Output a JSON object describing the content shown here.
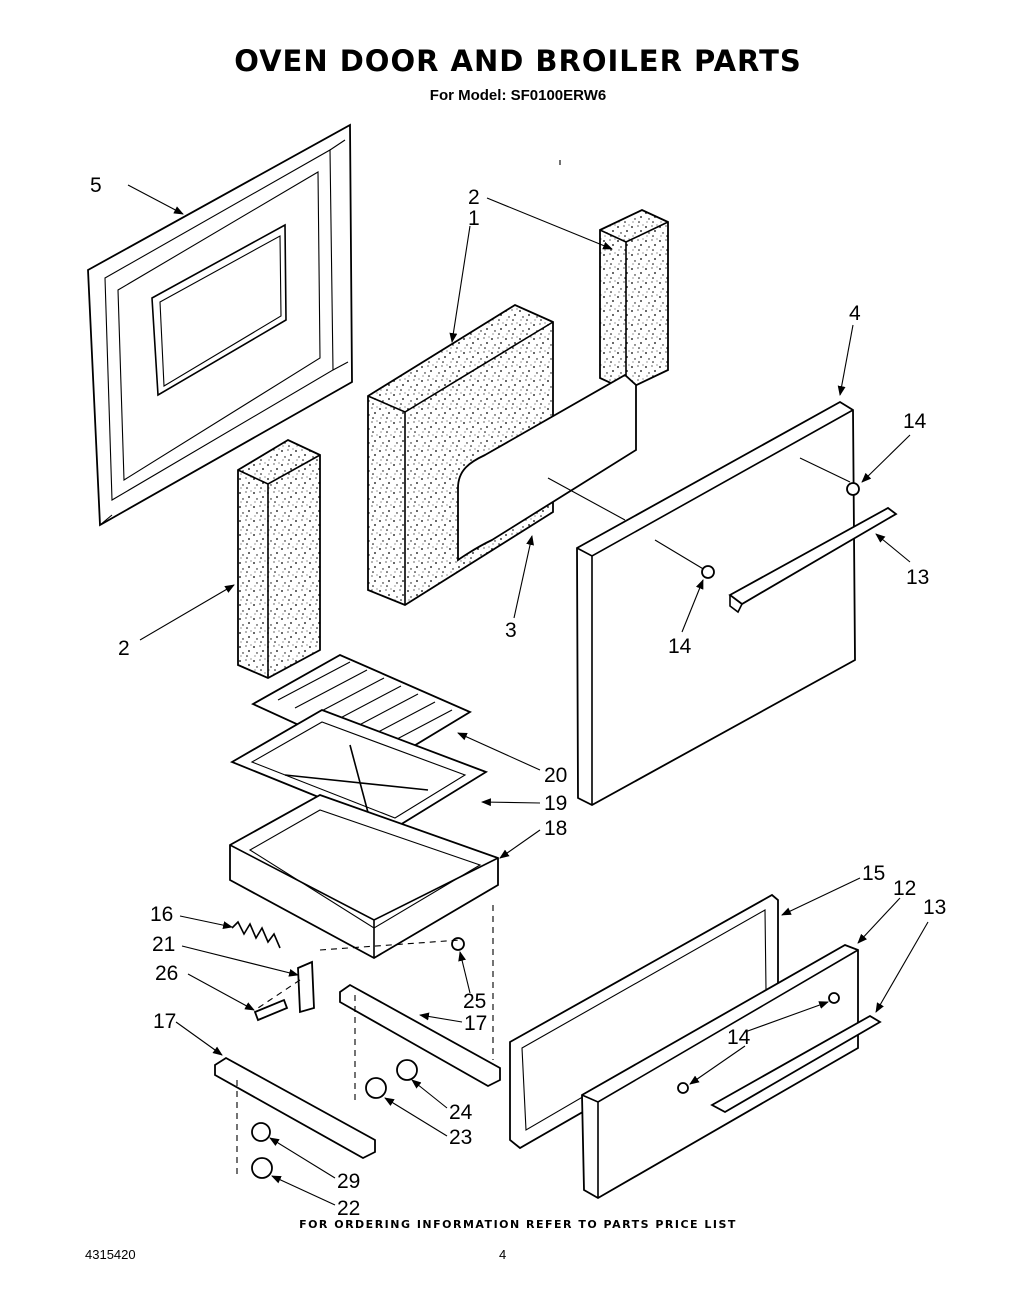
{
  "header": {
    "title": "OVEN DOOR AND BROILER PARTS",
    "subtitle": "For Model: SF0100ERW6"
  },
  "footer": {
    "note": "FOR ORDERING INFORMATION REFER TO PARTS PRICE LIST",
    "doc_number": "4315420",
    "page_number": "4"
  },
  "callouts": {
    "c5": "5",
    "c2_top": "2",
    "c1": "1",
    "c4": "4",
    "c14_a": "14",
    "c13_a": "13",
    "c14_b": "14",
    "c3": "3",
    "c2_left": "2",
    "c20": "20",
    "c19": "19",
    "c18": "18",
    "c15": "15",
    "c12": "12",
    "c13_b": "13",
    "c16": "16",
    "c21": "21",
    "c26": "26",
    "c25": "25",
    "c17_a": "17",
    "c17_b": "17",
    "c14_c": "14",
    "c24": "24",
    "c23": "23",
    "c29": "29",
    "c22": "22"
  }
}
